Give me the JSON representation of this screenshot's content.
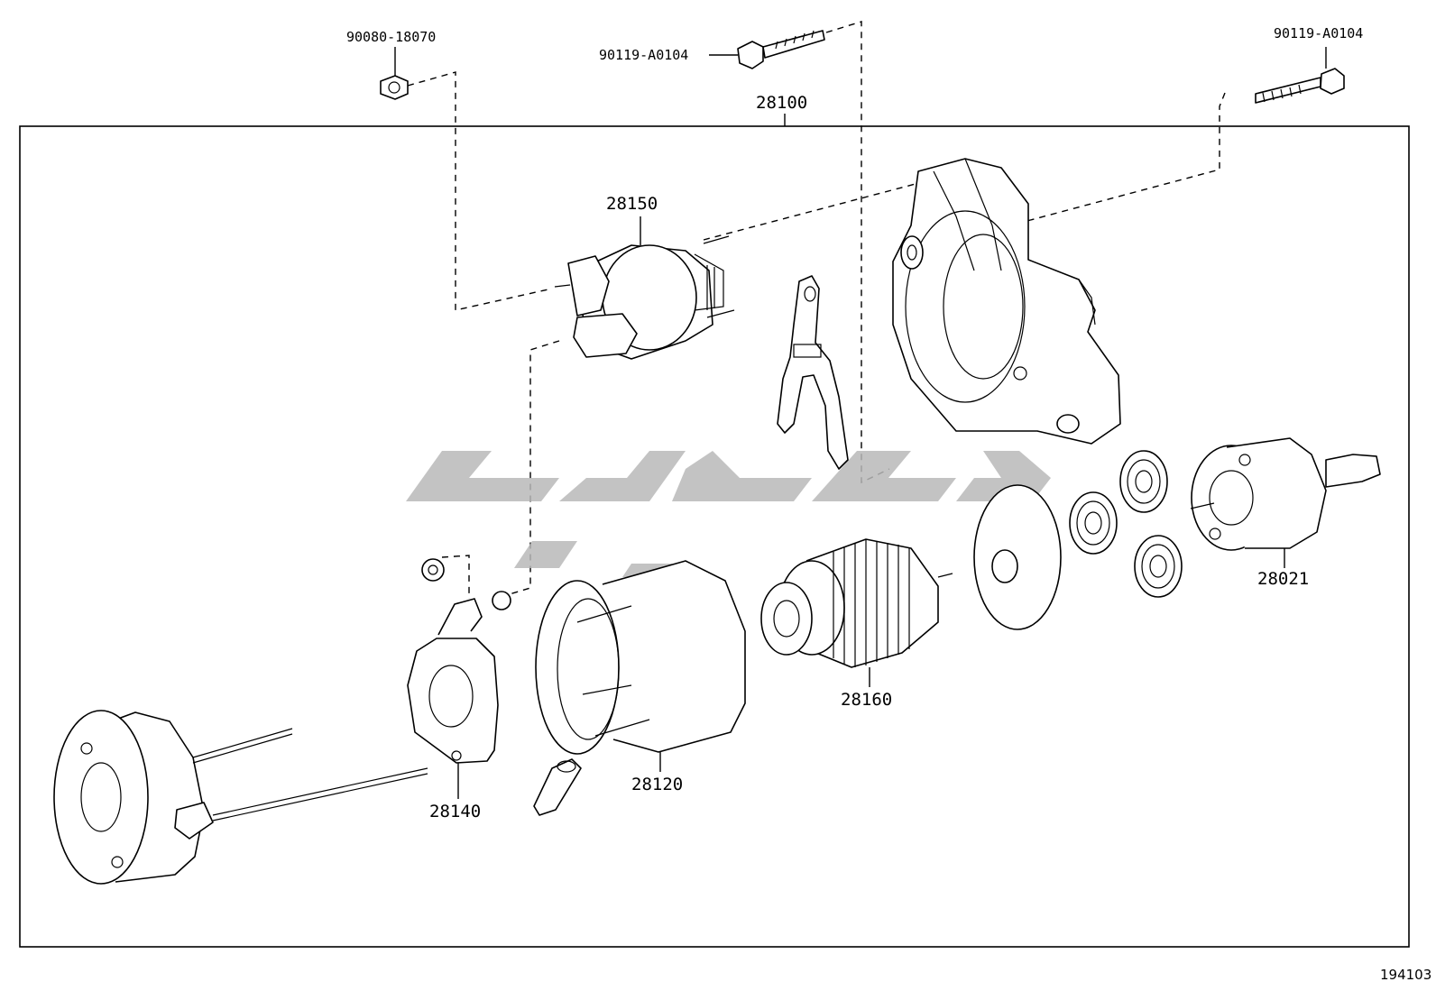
{
  "diagram": {
    "reference_code": "194103",
    "assembly": {
      "part_number": "28100"
    },
    "components": [
      {
        "part_number": "28150"
      },
      {
        "part_number": "28160"
      },
      {
        "part_number": "28120"
      },
      {
        "part_number": "28140"
      },
      {
        "part_number": "28021"
      }
    ],
    "fasteners": [
      {
        "part_number": "90080-18070"
      },
      {
        "part_number": "90119-A0104"
      },
      {
        "part_number": "90119-A0104"
      }
    ]
  }
}
